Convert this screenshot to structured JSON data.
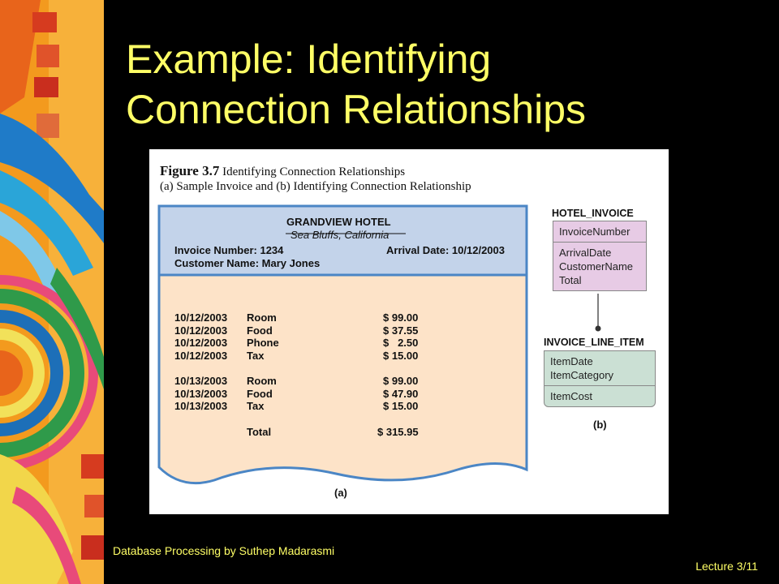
{
  "slide": {
    "title_line1": "Example: Identifying",
    "title_line2": "Connection Relationships",
    "footer_left": "Database Processing by Suthep Madarasmi",
    "footer_right": "Lecture 3/11"
  },
  "figure": {
    "number": "Figure 3.7",
    "caption": "Identifying Connection Relationships",
    "subcaption": "(a) Sample Invoice and (b) Identifying Connection Relationship",
    "invoice": {
      "hotel_name": "GRANDVIEW HOTEL",
      "location": "Sea Bluffs, California",
      "invoice_number": "Invoice Number: 1234",
      "arrival_date": "Arrival Date: 10/12/2003",
      "customer_name": "Customer Name: Mary Jones",
      "lines": [
        {
          "date": "10/12/2003",
          "item": "Room",
          "amount": "$ 99.00"
        },
        {
          "date": "10/12/2003",
          "item": "Food",
          "amount": "$ 37.55"
        },
        {
          "date": "10/12/2003",
          "item": "Phone",
          "amount": "$   2.50"
        },
        {
          "date": "10/12/2003",
          "item": "Tax",
          "amount": "$ 15.00"
        },
        {
          "date": "10/13/2003",
          "item": "Room",
          "amount": "$ 99.00"
        },
        {
          "date": "10/13/2003",
          "item": "Food",
          "amount": "$ 47.90"
        },
        {
          "date": "10/13/2003",
          "item": "Tax",
          "amount": "$ 15.00"
        }
      ],
      "total_label": "Total",
      "total_amount": "$ 315.95",
      "part_label": "(a)"
    },
    "diagram": {
      "entity1": {
        "name": "HOTEL_INVOICE",
        "key": "InvoiceNumber",
        "attributes": [
          "ArrivalDate",
          "CustomerName",
          "Total"
        ]
      },
      "entity2": {
        "name": "INVOICE_LINE_ITEM",
        "key_attributes": [
          "ItemDate",
          "ItemCategory"
        ],
        "attributes": [
          "ItemCost"
        ]
      },
      "part_label": "(b)"
    }
  },
  "colors": {
    "title": "#ffff66",
    "invoice_header": "#c3d3ea",
    "invoice_body": "#fde3c8",
    "invoice_border": "#4b86c5",
    "entity_purple": "#e7cbe5",
    "entity_green": "#cbe0d4"
  }
}
